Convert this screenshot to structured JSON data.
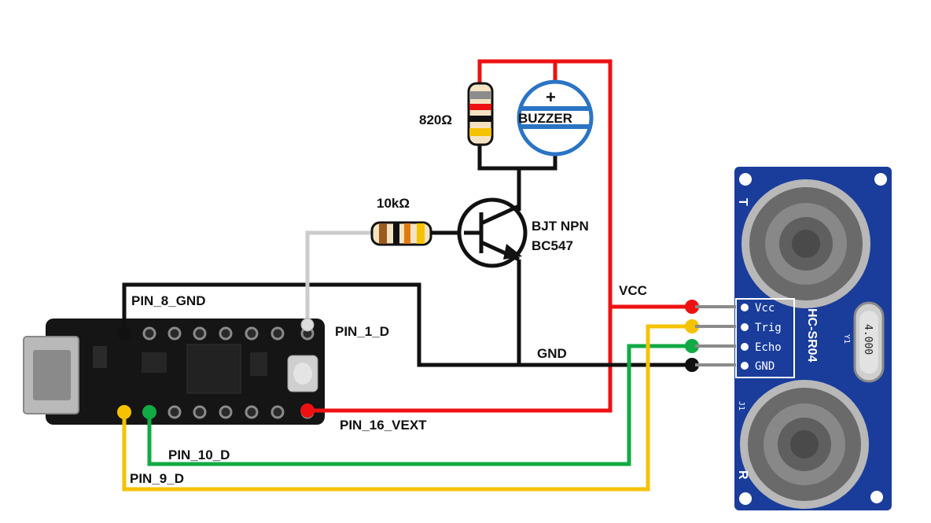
{
  "labels": {
    "resistor_820": "820Ω",
    "resistor_10k": "10kΩ",
    "buzzer_plus": "+",
    "buzzer": "BUZZER",
    "bjt_line1": "BJT NPN",
    "bjt_line2": "BC547",
    "vcc": "VCC",
    "gnd": "GND",
    "pin_8_gnd": "PIN_8_GND",
    "pin_1_d": "PIN_1_D",
    "pin_16_vext": "PIN_16_VEXT",
    "pin_10_d": "PIN_10_D",
    "pin_9_d": "PIN_9_D"
  },
  "sensor": {
    "model": "HC-SR04",
    "pins": [
      "Vcc",
      "Trig",
      "Echo",
      "GND"
    ],
    "side_top": "T",
    "side_bottom": "R",
    "crystal": "4.000",
    "crystal_ref": "Y1",
    "header_ref": "J1"
  },
  "colors": {
    "vcc_wire": "#ee1111",
    "gnd_wire": "#111111",
    "trig_wire": "#f5c200",
    "echo_wire": "#11aa44",
    "signal_wire": "#cccccc",
    "sensor_board": "#1a3d9c",
    "buzzer_ring": "#2a74c4"
  }
}
